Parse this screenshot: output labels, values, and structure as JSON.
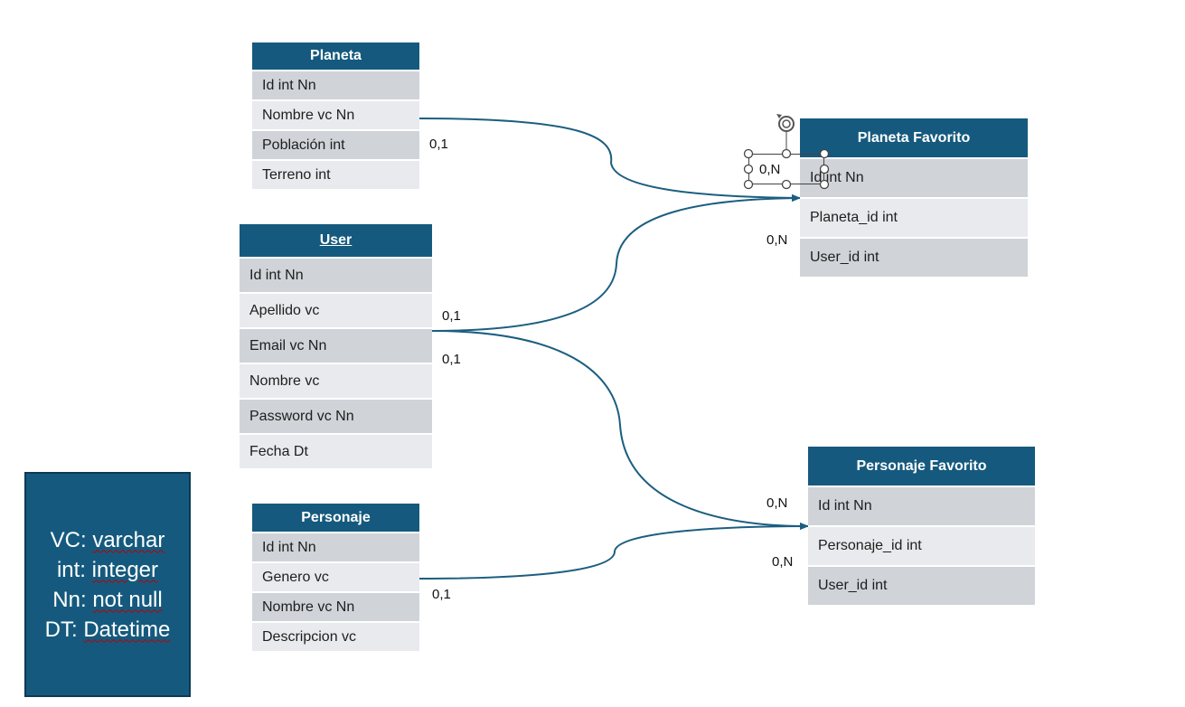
{
  "entities": {
    "planeta": {
      "title": "Planeta",
      "rows": [
        "Id int Nn",
        "Nombre vc Nn",
        "Población int",
        "Terreno int"
      ]
    },
    "user": {
      "title": "User",
      "rows": [
        "Id int Nn",
        "Apellido vc",
        "Email vc Nn",
        "Nombre vc",
        "Password vc Nn",
        "Fecha Dt"
      ]
    },
    "personaje": {
      "title": "Personaje",
      "rows": [
        "Id int Nn",
        "Genero vc",
        "Nombre vc Nn",
        "Descripcion vc"
      ]
    },
    "planeta_favorito": {
      "title": "Planeta Favorito",
      "rows": [
        "Id int Nn",
        "Planeta_id int",
        "User_id int"
      ]
    },
    "personaje_favorito": {
      "title": "Personaje Favorito",
      "rows": [
        "Id int Nn",
        "Personaje_id int",
        "User_id int"
      ]
    }
  },
  "cardinalities": {
    "planeta_side": "0,1",
    "planeta_fav_planeta_side": "0,N",
    "user_fav_planeta_side": "0,N",
    "user_side_1": "0,1",
    "user_side_2": "0,1",
    "user_fav_personaje_side": "0,N",
    "personaje_fav_personaje_side": "0,N",
    "personaje_side": "0,1"
  },
  "legend": {
    "lines": [
      {
        "key": "VC:",
        "value": "varchar"
      },
      {
        "key": "int:",
        "value": "integer"
      },
      {
        "key": "Nn:",
        "value": "not null"
      },
      {
        "key": "DT:",
        "value": "Datetime"
      }
    ]
  },
  "colors": {
    "header": "#155a7e",
    "row_dark": "#d0d3d8",
    "row_light": "#e8eaed",
    "connector": "#1c5e80"
  }
}
